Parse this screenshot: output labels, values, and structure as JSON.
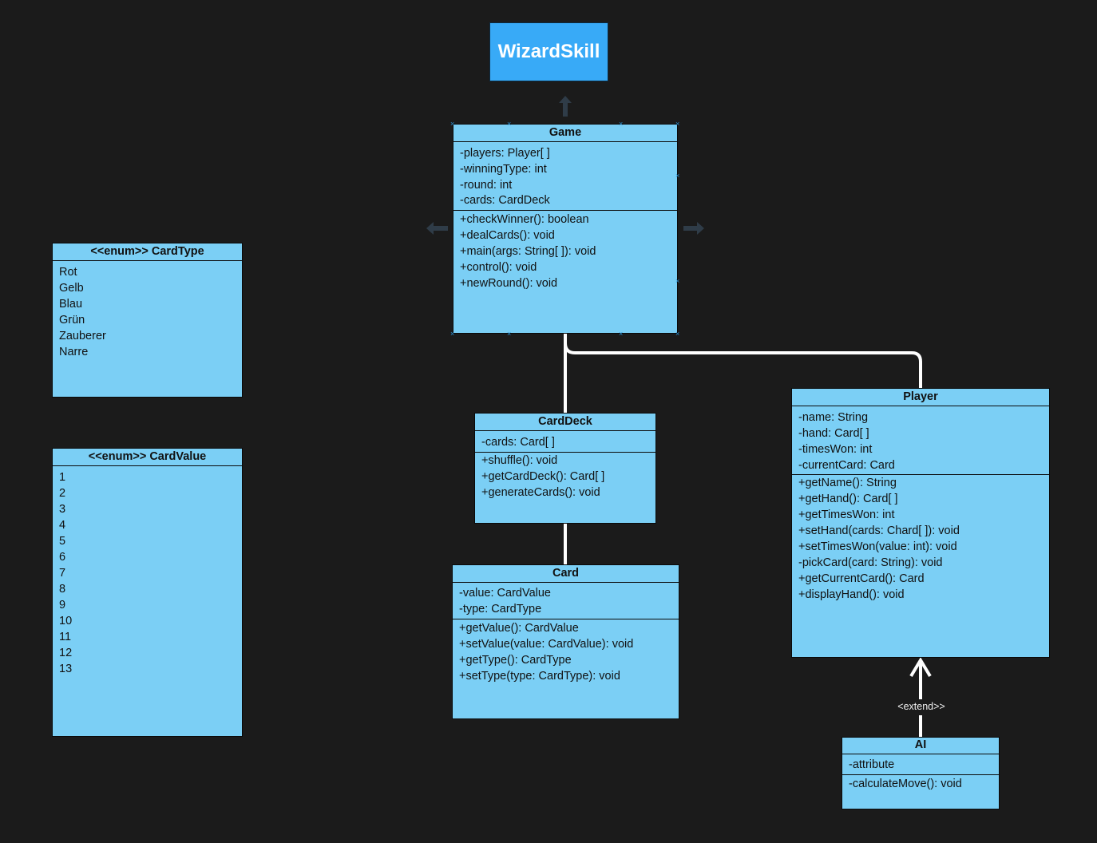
{
  "title_box": "WizardSkill",
  "classes": {
    "game": {
      "name": "Game",
      "attributes": [
        "-players: Player[ ]",
        "-winningType: int",
        "-round: int",
        "-cards: CardDeck"
      ],
      "methods": [
        "+checkWinner(): boolean",
        "+dealCards(): void",
        "+main(args: String[ ]): void",
        "+control(): void",
        "+newRound(): void"
      ]
    },
    "cardtype": {
      "name": "<<enum>> CardType",
      "values": [
        "Rot",
        "Gelb",
        "Blau",
        "Grün",
        "Zauberer",
        "Narre"
      ]
    },
    "cardvalue": {
      "name": "<<enum>> CardValue",
      "values": [
        "1",
        "2",
        "3",
        "4",
        "5",
        "6",
        "7",
        "8",
        "9",
        "10",
        "11",
        "12",
        "13"
      ]
    },
    "carddeck": {
      "name": "CardDeck",
      "attributes": [
        "-cards: Card[ ]"
      ],
      "methods": [
        "+shuffle(): void",
        "+getCardDeck(): Card[ ]",
        "+generateCards(): void"
      ]
    },
    "card": {
      "name": "Card",
      "attributes": [
        "-value: CardValue",
        "-type: CardType"
      ],
      "methods": [
        "+getValue(): CardValue",
        "+setValue(value: CardValue): void",
        "+getType(): CardType",
        "+setType(type: CardType): void"
      ]
    },
    "player": {
      "name": "Player",
      "attributes": [
        "-name: String",
        "-hand: Card[ ]",
        "-timesWon: int",
        "-currentCard: Card"
      ],
      "methods": [
        "+getName(): String",
        "+getHand(): Card[ ]",
        "+getTimesWon: int",
        "+setHand(cards: Chard[ ]): void",
        "+setTimesWon(value: int): void",
        "-pickCard(card: String): void",
        "+getCurrentCard(): Card",
        "+displayHand(): void"
      ]
    },
    "ai": {
      "name": "AI",
      "attributes": [
        "-attribute"
      ],
      "methods": [
        "-calculateMove(): void"
      ]
    }
  },
  "extend_label": "<extend>>",
  "colors": {
    "background": "#1b1b1b",
    "class_fill": "#7bcff5",
    "title_fill": "#38aaf7"
  }
}
